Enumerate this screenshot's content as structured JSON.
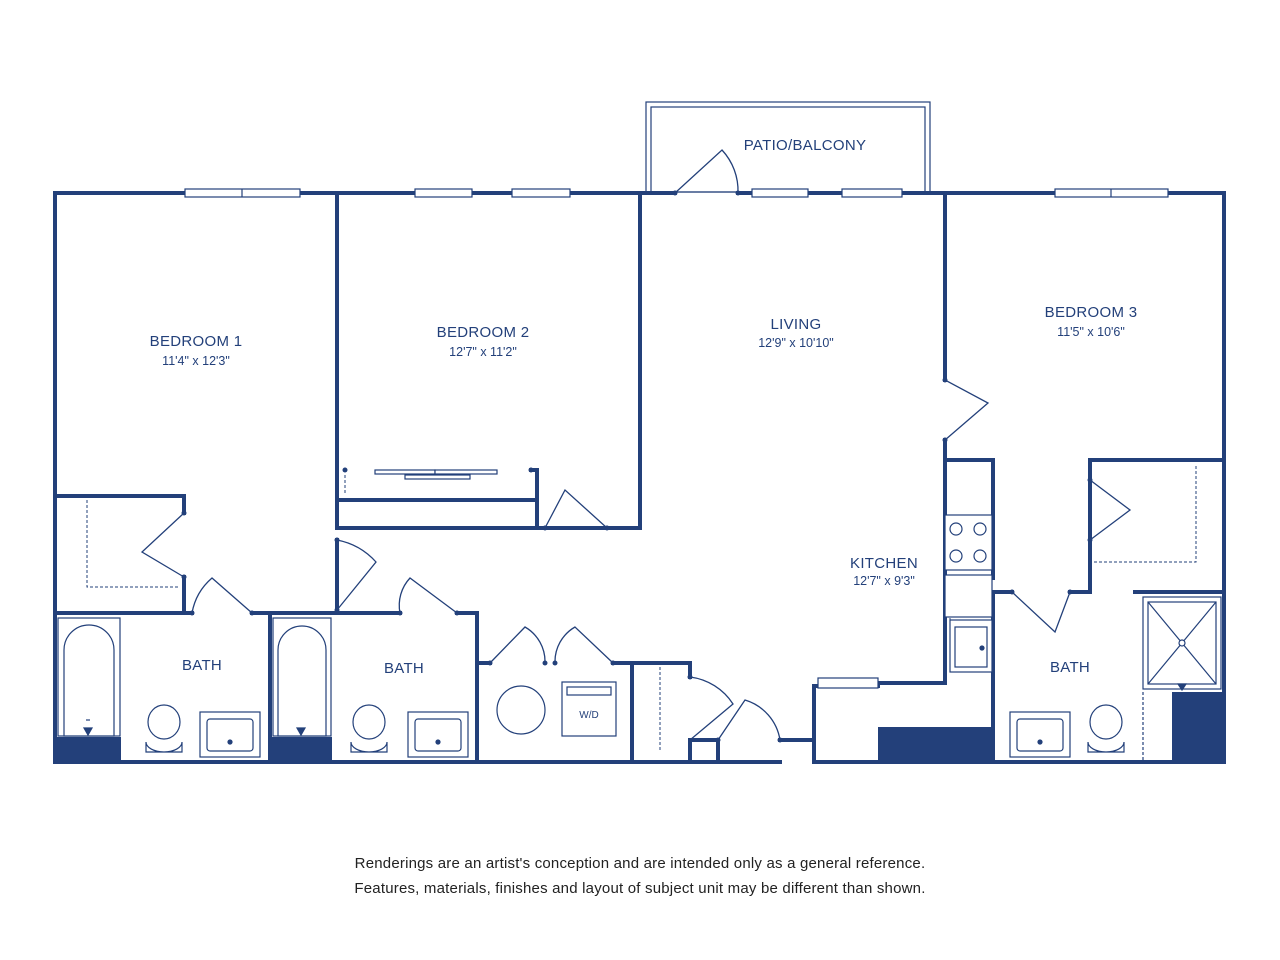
{
  "colors": {
    "wall": "#23407a",
    "fixture": "#23407a",
    "text": "#23407a",
    "disclaimer": "#222222"
  },
  "rooms": {
    "patio": {
      "name": "PATIO/BALCONY"
    },
    "bedroom1": {
      "name": "BEDROOM 1",
      "dimensions": "11'4\" x 12'3\""
    },
    "bedroom2": {
      "name": "BEDROOM 2",
      "dimensions": "12'7\" x 11'2\""
    },
    "living": {
      "name": "LIVING",
      "dimensions": "12'9\" x 10'10\""
    },
    "bedroom3": {
      "name": "BEDROOM 3",
      "dimensions": "11'5\" x 10'6\""
    },
    "kitchen": {
      "name": "KITCHEN",
      "dimensions": "12'7\" x 9'3\""
    },
    "bath1": {
      "name": "BATH"
    },
    "bath2": {
      "name": "BATH"
    },
    "bath3": {
      "name": "BATH"
    }
  },
  "appliances": {
    "washer_dryer": "W/D"
  },
  "disclaimer": {
    "line1": "Renderings are an artist's conception and are intended only as a general reference.",
    "line2": "Features, materials, finishes and layout of subject unit may be different than shown."
  }
}
